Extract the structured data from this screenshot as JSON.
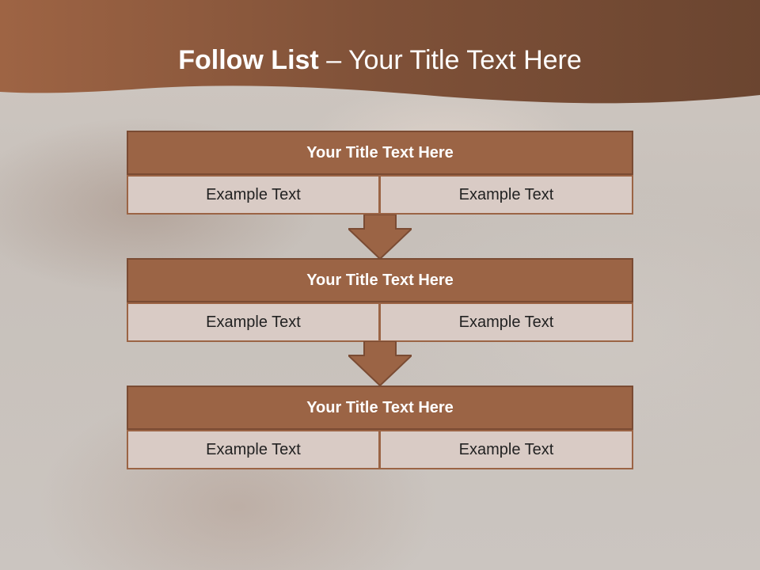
{
  "slide": {
    "title_bold": "Follow List",
    "title_rest": " – Your Title Text Here"
  },
  "colors": {
    "header_brown": "#7a4b33",
    "block_title": "#9b6445",
    "cell_fill": "#d9cbc5",
    "arrow_fill": "#9b6445"
  },
  "steps": [
    {
      "title": "Your Title Text Here",
      "left": "Example Text",
      "right": "Example Text"
    },
    {
      "title": "Your Title Text Here",
      "left": "Example Text",
      "right": "Example Text"
    },
    {
      "title": "Your Title Text Here",
      "left": "Example Text",
      "right": "Example Text"
    }
  ]
}
